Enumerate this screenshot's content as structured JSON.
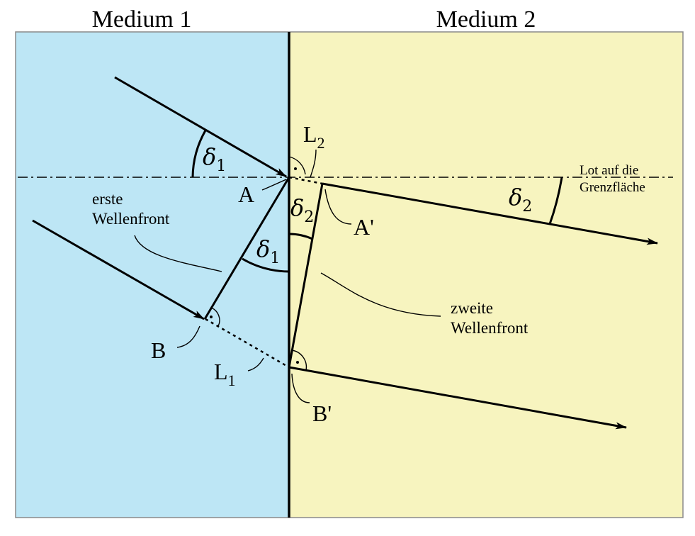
{
  "media": {
    "medium1": {
      "title": "Medium 1",
      "color": "#bde6f5"
    },
    "medium2": {
      "title": "Medium 2",
      "color": "#f7f4bf"
    }
  },
  "labels": {
    "A": "A",
    "B": "B",
    "A_prime": "A'",
    "B_prime": "B'",
    "L1": {
      "letter": "L",
      "subscript": "1"
    },
    "L2": {
      "letter": "L",
      "subscript": "2"
    },
    "delta1": {
      "symbol": "δ",
      "subscript": "1"
    },
    "delta2": {
      "symbol": "δ",
      "subscript": "2"
    }
  },
  "annotations": {
    "first_wavefront": [
      "erste",
      "Wellenfront"
    ],
    "second_wavefront": [
      "zweite",
      "Wellenfront"
    ],
    "normal": [
      "Lot auf die",
      "Grenzfläche"
    ]
  }
}
